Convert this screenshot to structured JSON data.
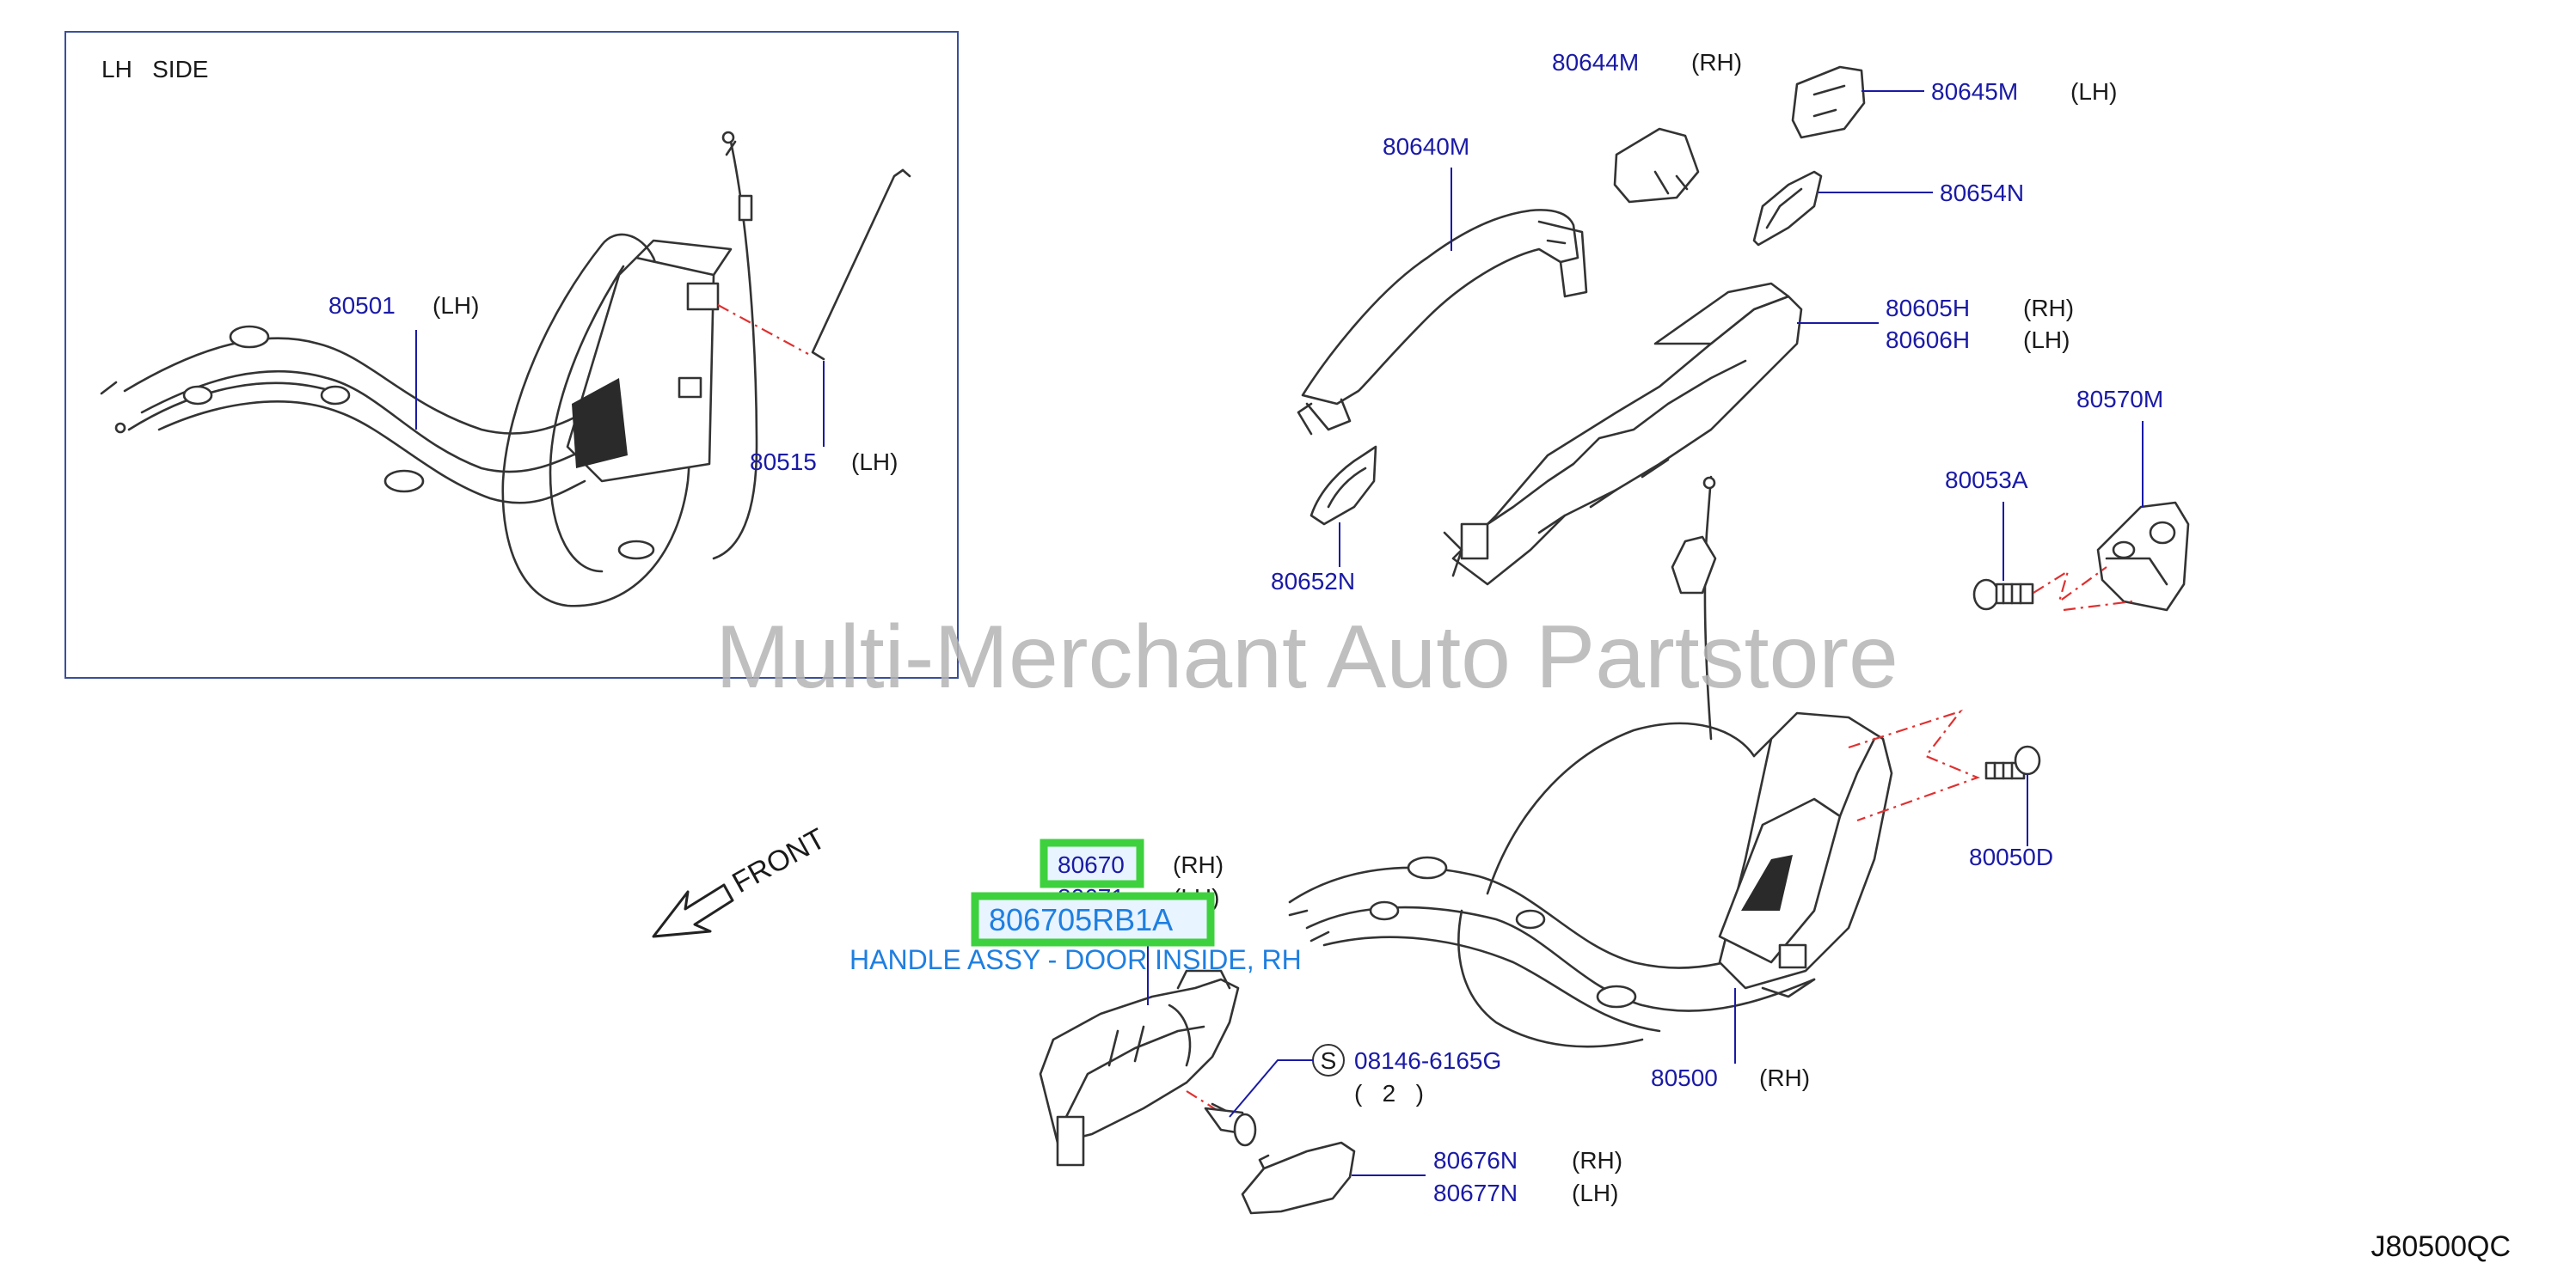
{
  "inset": {
    "label": "LH   SIDE"
  },
  "callouts": {
    "p80501": {
      "number": "80501",
      "side": "(LH)"
    },
    "p80515": {
      "number": "80515",
      "side": "(LH)"
    },
    "p80644M": {
      "number": "80644M",
      "side": "(RH)"
    },
    "p80645M": {
      "number": "80645M",
      "side": "(LH)"
    },
    "p80640M": {
      "number": "80640M"
    },
    "p80654N": {
      "number": "80654N"
    },
    "p80605H": {
      "number": "80605H",
      "side": "(RH)"
    },
    "p80606H": {
      "number": "80606H",
      "side": "(LH)"
    },
    "p80570M": {
      "number": "80570M"
    },
    "p80053A": {
      "number": "80053A"
    },
    "p80652N": {
      "number": "80652N"
    },
    "p80050D": {
      "number": "80050D"
    },
    "p80670": {
      "number": "80670",
      "side": "(RH)"
    },
    "p80671": {
      "number": "80671",
      "side": "(LH)"
    },
    "p08146": {
      "symbol": "S",
      "number": "08146-6165G",
      "qty": "(   2   )"
    },
    "p80500": {
      "number": "80500",
      "side": "(RH)"
    },
    "p80676N": {
      "number": "80676N",
      "side": "(RH)"
    },
    "p80677N": {
      "number": "80677N",
      "side": "(LH)"
    }
  },
  "highlight": {
    "part_number": "806705RB1A",
    "description": "HANDLE ASSY - DOOR INSIDE, RH"
  },
  "front_label": "FRONT",
  "watermark": "Multi-Merchant Auto Partstore",
  "diagram_code": "J80500QC",
  "colors": {
    "part_number_text": "#1a1aa6",
    "highlight_box": "#3ed13e",
    "highlight_text": "#1f7fe0",
    "leader_dash": "#e03030",
    "watermark": "#b4b4b4"
  }
}
